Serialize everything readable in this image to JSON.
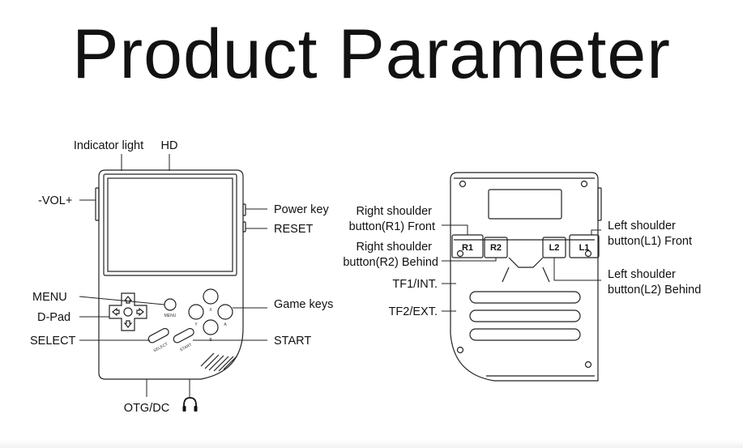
{
  "title": "Product Parameter",
  "front": {
    "labels": {
      "indicator": "Indicator light",
      "hd": "HD",
      "vol": "-VOL+",
      "power": "Power key",
      "reset": "RESET",
      "menu": "MENU",
      "dpad": "D-Pad",
      "select": "SELECT",
      "game_keys": "Game keys",
      "start": "START",
      "otg": "OTG/DC"
    },
    "button_print": {
      "menu": "MENU",
      "select": "SELECT",
      "start": "START",
      "x": "X",
      "y": "Y",
      "a": "A",
      "b": "B"
    },
    "icons": [
      "headphone-icon",
      "dpad-arrow-icons"
    ]
  },
  "back": {
    "labels": {
      "r1": [
        "Right shoulder",
        "button(R1) Front"
      ],
      "r2": [
        "Right shoulder",
        "button(R2) Behind"
      ],
      "l1": [
        "Left shoulder",
        "button(L1) Front"
      ],
      "l2": [
        "Left shoulder",
        "button(L2) Behind"
      ],
      "tf1": "TF1/INT.",
      "tf2": "TF2/EXT."
    },
    "keys": {
      "r1": "R1",
      "r2": "R2",
      "l2": "L2",
      "l1": "L1"
    }
  },
  "colors": {
    "line": "#222222",
    "text": "#111111",
    "background": "#ffffff"
  }
}
